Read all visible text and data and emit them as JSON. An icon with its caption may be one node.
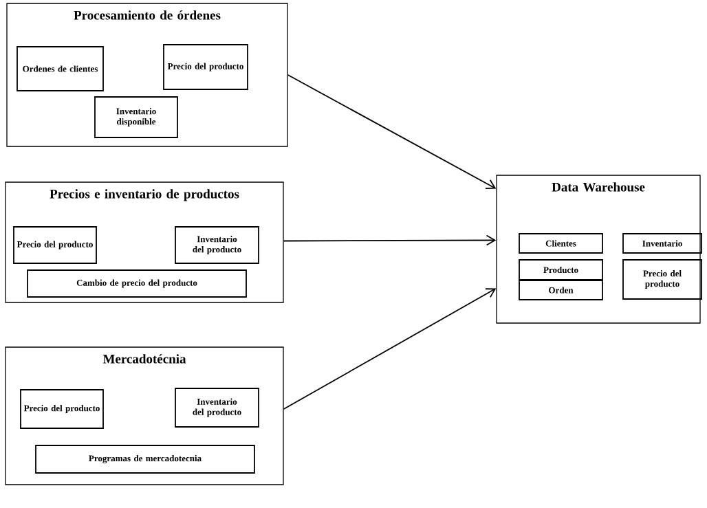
{
  "diagram": {
    "nodes": [
      {
        "text": [
          "Procesamiento de órdenes"
        ]
      },
      {
        "text": [
          "Ordenes de clientes"
        ],
        "in": 0
      },
      {
        "text": [
          "Precio del producto"
        ],
        "in": 0
      },
      {
        "text": [
          "Inventario disponible"
        ],
        "in": 0
      },
      {
        "text": [
          "Precios e inventario de productos"
        ]
      },
      {
        "text": [
          "Precio del producto"
        ],
        "in": 4
      },
      {
        "text": [
          "Inventario del producto"
        ],
        "in": 4
      },
      {
        "text": [
          "Cambio de precio del producto"
        ],
        "in": 4
      },
      {
        "text": [
          "Mercadotécnia"
        ]
      },
      {
        "text": [
          "Precio del producto"
        ],
        "in": 8
      },
      {
        "text": [
          "Inventario del producto"
        ],
        "in": 8
      },
      {
        "text": [
          "Programas de mercadotecnia"
        ],
        "in": 8
      },
      {
        "text": [
          "Data Warehouse"
        ]
      },
      {
        "text": [
          "Clientes"
        ],
        "in": 12
      },
      {
        "text": [
          "Inventario"
        ],
        "in": 12
      },
      {
        "text": [
          "Producto"
        ],
        "in": 12
      },
      {
        "text": [
          "Precio del producto"
        ],
        "in": 12
      },
      {
        "text": [
          "Orden"
        ],
        "in": 12
      }
    ],
    "edges": [
      {
        "from": 0,
        "to": 12,
        "arrow": "to"
      },
      {
        "from": 4,
        "to": 12,
        "arrow": "to"
      },
      {
        "from": 8,
        "to": 12,
        "arrow": "to"
      }
    ]
  }
}
